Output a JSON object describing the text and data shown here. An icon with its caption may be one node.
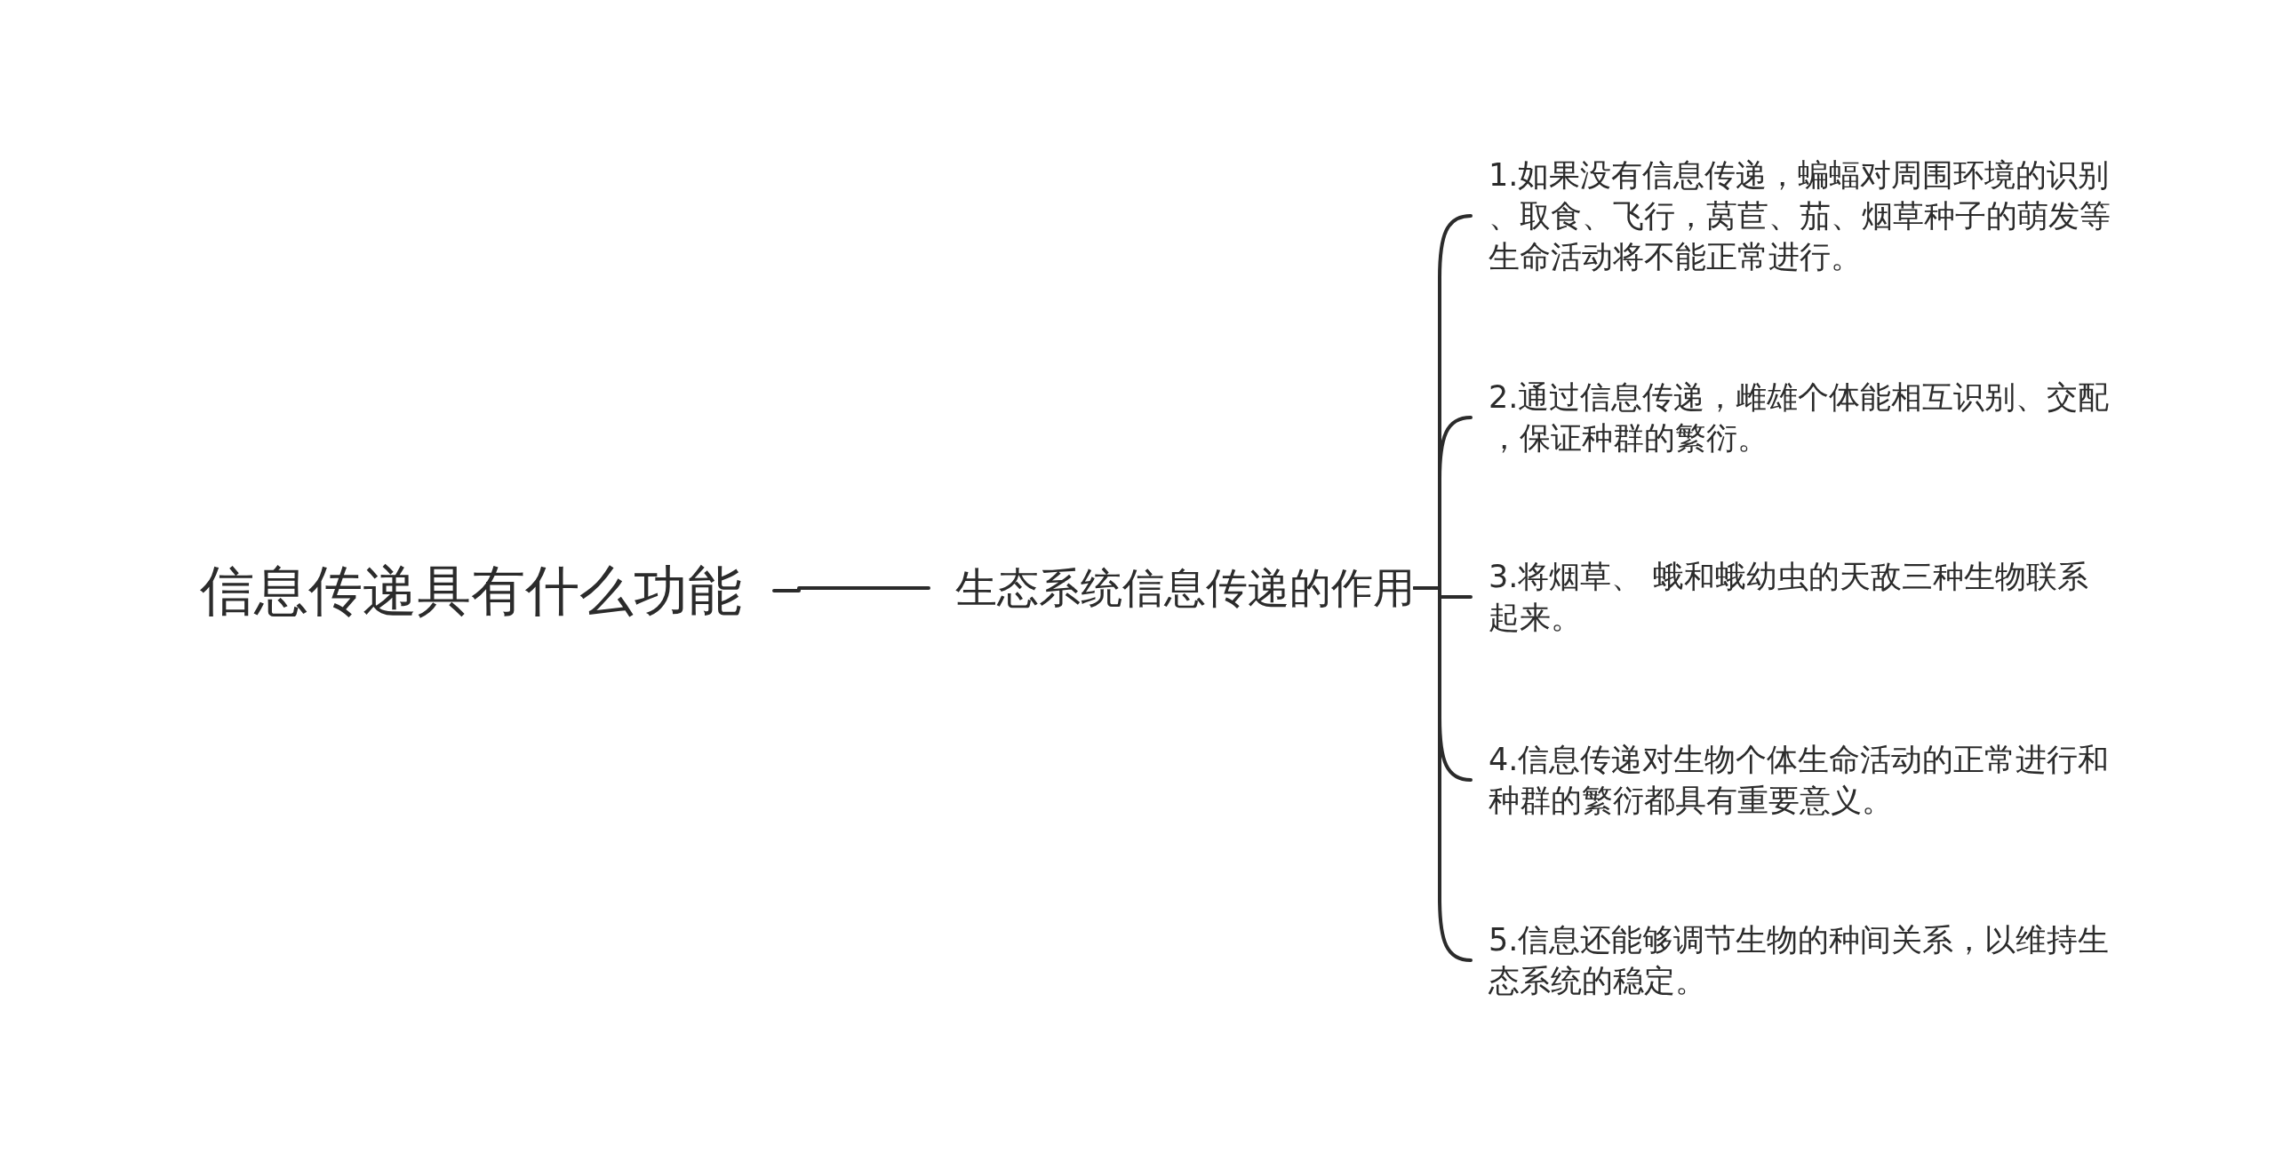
{
  "diagram": {
    "nodes": [
      {
        "text": [
          "信息传递具有什么功能"
        ]
      },
      {
        "text": [
          "生态系统信息传递的作用"
        ]
      },
      {
        "text": [
          "1.如果没有信息传递，蝙蝠对周围环境的识别、取食、飞行，莴苣、茄、烟草种子的萌发等生命活动将不能正常进行。"
        ]
      },
      {
        "text": [
          "2.通过信息传递，雌雄个体能相互识别、交配，保证种群的繁衍。"
        ]
      },
      {
        "text": [
          "3.将烟草、 蛾和蛾幼虫的天敌三种生物联系起来。"
        ]
      },
      {
        "text": [
          "4.信息传递对生物个体生命活动的正常进行和种群的繁衍都具有重要意义。"
        ]
      },
      {
        "text": [
          "5.信息还能够调节生物的种间关系，以维持生态系统的稳定。"
        ]
      }
    ],
    "edges": [
      {
        "from": 0,
        "to": 1,
        "arrow": "none"
      },
      {
        "from": 1,
        "to": 2,
        "arrow": "none"
      },
      {
        "from": 1,
        "to": 3,
        "arrow": "none"
      },
      {
        "from": 1,
        "to": 4,
        "arrow": "none"
      },
      {
        "from": 1,
        "to": 5,
        "arrow": "none"
      },
      {
        "from": 1,
        "to": 6,
        "arrow": "none"
      }
    ]
  }
}
